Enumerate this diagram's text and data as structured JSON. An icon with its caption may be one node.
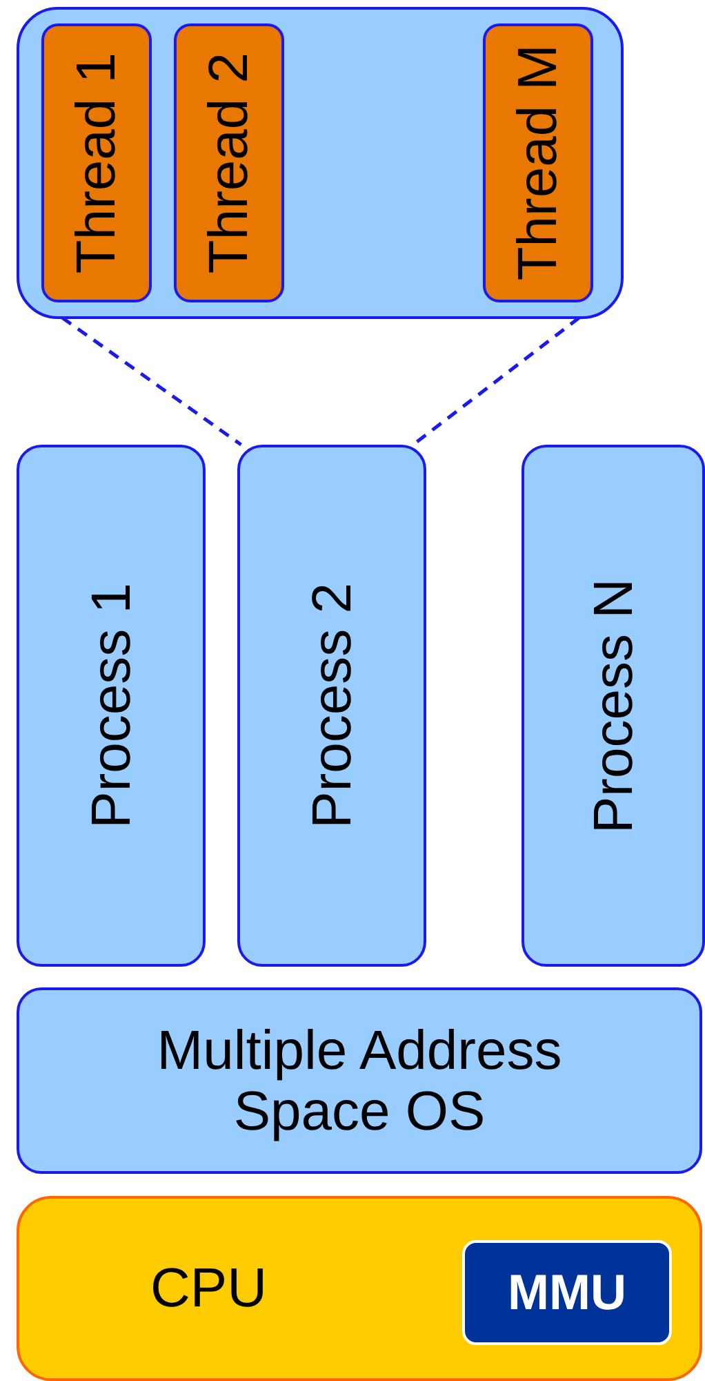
{
  "diagram": {
    "nodes": [
      {
        "text": [],
        "shape": "box"
      },
      {
        "text": [
          "Thread 1"
        ],
        "in": 0
      },
      {
        "text": [
          "Thread 2"
        ],
        "in": 0
      },
      {
        "text": [
          "Thread M"
        ],
        "in": 0
      },
      {
        "text": [
          "Process 1"
        ]
      },
      {
        "text": [
          "Process 2"
        ]
      },
      {
        "text": [
          "Process N"
        ]
      },
      {
        "text": [
          "Multiple Address Space OS"
        ]
      },
      {
        "text": [
          "CPU"
        ]
      },
      {
        "text": [
          "MMU"
        ],
        "in": 8
      }
    ],
    "edges": [
      {
        "from": 0,
        "to": 5,
        "arrow": "none",
        "style": "dashed"
      },
      {
        "from": 0,
        "to": 5,
        "arrow": "none",
        "style": "dashed"
      }
    ]
  }
}
